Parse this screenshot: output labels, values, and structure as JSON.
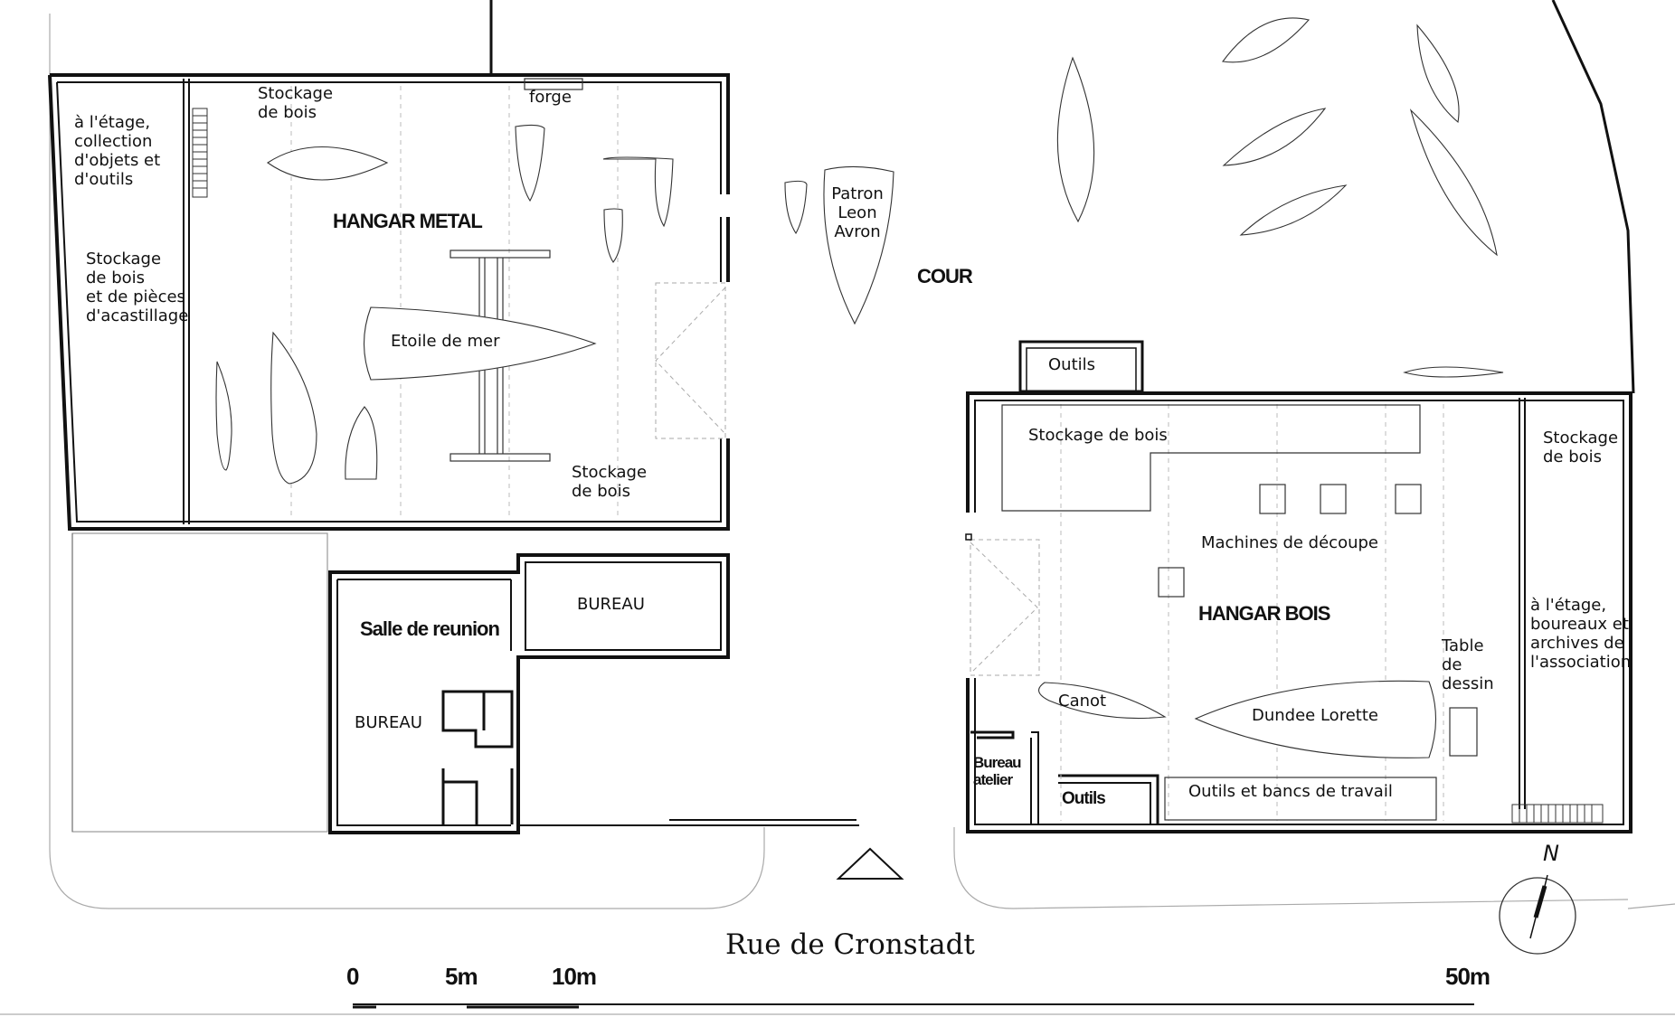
{
  "labels": {
    "hangar_metal_title": "HANGAR METAL",
    "metal_storage_top": "Stockage\nde bois",
    "forge": "forge",
    "upper_floor_collection": "à l'étage,\ncollection\nd'objets et\nd'outils",
    "storage_wood_parts": "Stockage\nde bois\net de pièces\nd'acastillage",
    "etoile_de_mer": "Etoile de mer",
    "metal_storage_bottom": "Stockage\nde bois",
    "patron_leon_avron": "Patron\nLeon\nAvron",
    "cour": "COUR",
    "outils_top": "Outils",
    "wood_storage_main": "Stockage de bois",
    "wood_storage_right": "Stockage\nde bois",
    "machines": "Machines de découpe",
    "hangar_bois_title": "HANGAR BOIS",
    "upper_floor_offices": "à l'étage,\nboureaux et\narchives  de\nl'association",
    "table_dessin": "Table\nde\ndessin",
    "canot": "Canot",
    "dundee_lorette": "Dundee Lorette",
    "bureau_atelier": "Bureau\natelier",
    "outils_bottom": "Outils",
    "benches": "Outils et bancs de travail",
    "salle_reunion": "Salle de reunion",
    "bureau_right": "BUREAU",
    "bureau_left": "BUREAU",
    "street": "Rue de Cronstadt",
    "north": "N"
  },
  "scale_bar": {
    "marks": [
      "0",
      "5m",
      "10m",
      "50m"
    ]
  }
}
